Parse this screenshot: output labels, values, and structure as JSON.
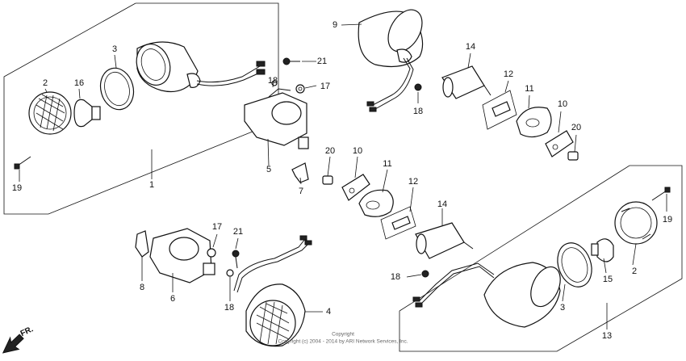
{
  "callouts": {
    "c1": "1",
    "c2a": "2",
    "c3a": "3",
    "c4": "4",
    "c5": "5",
    "c6": "6",
    "c7": "7",
    "c8": "8",
    "c9": "9",
    "c10a": "10",
    "c10b": "10",
    "c11a": "11",
    "c11b": "11",
    "c12a": "12",
    "c12b": "12",
    "c13": "13",
    "c14a": "14",
    "c14b": "14",
    "c15": "15",
    "c16": "16",
    "c17a": "17",
    "c17b": "17",
    "c18a": "18",
    "c18b": "18",
    "c18c": "18",
    "c18d": "18",
    "c19a": "19",
    "c19b": "19",
    "c20a": "20",
    "c20b": "20",
    "c21a": "21",
    "c21b": "21",
    "c2b": "2",
    "c3b": "3"
  },
  "direction_label": "FR.",
  "copyright": {
    "line1": "Copyright",
    "line2": "Copyright (c) 2004 - 2014 by ARI Network Services, Inc."
  }
}
